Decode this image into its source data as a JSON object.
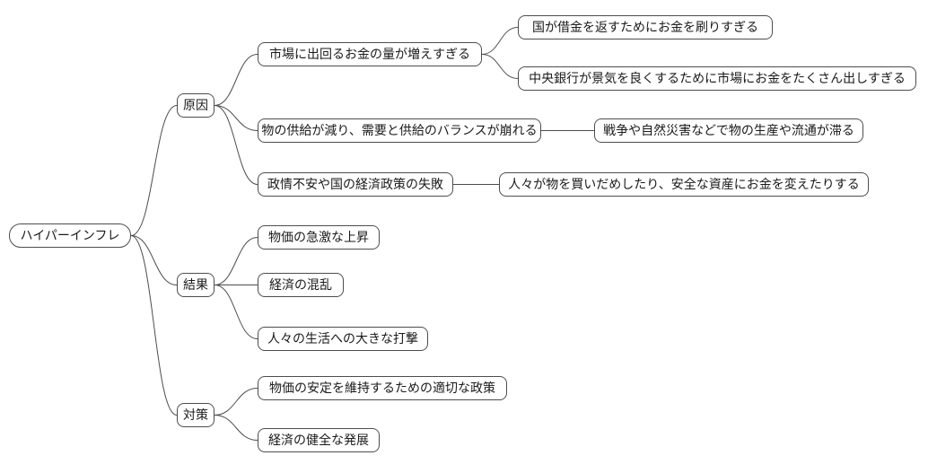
{
  "diagram": {
    "type": "mindmap",
    "root": {
      "label": "ハイパーインフレ"
    },
    "branches": [
      {
        "label": "原因",
        "children": [
          {
            "label": "市場に出回るお金の量が増えすぎる",
            "children": [
              {
                "label": "国が借金を返すためにお金を刷りすぎる"
              },
              {
                "label": "中央銀行が景気を良くするために市場にお金をたくさん出しすぎる"
              }
            ]
          },
          {
            "label": "物の供給が減り、需要と供給のバランスが崩れる",
            "children": [
              {
                "label": "戦争や自然災害などで物の生産や流通が滞る"
              }
            ]
          },
          {
            "label": "政情不安や国の経済政策の失敗",
            "children": [
              {
                "label": "人々が物を買いだめしたり、安全な資産にお金を変えたりする"
              }
            ]
          }
        ]
      },
      {
        "label": "結果",
        "children": [
          {
            "label": "物価の急激な上昇"
          },
          {
            "label": "経済の混乱"
          },
          {
            "label": "人々の生活への大きな打撃"
          }
        ]
      },
      {
        "label": "対策",
        "children": [
          {
            "label": "物価の安定を維持するための適切な政策"
          },
          {
            "label": "経済の健全な発展"
          }
        ]
      }
    ],
    "colors": {
      "node_fill": "#ffffff",
      "node_border": "#4d4d4d",
      "edge": "#4d4d4d",
      "text": "#1a1a1a"
    }
  }
}
